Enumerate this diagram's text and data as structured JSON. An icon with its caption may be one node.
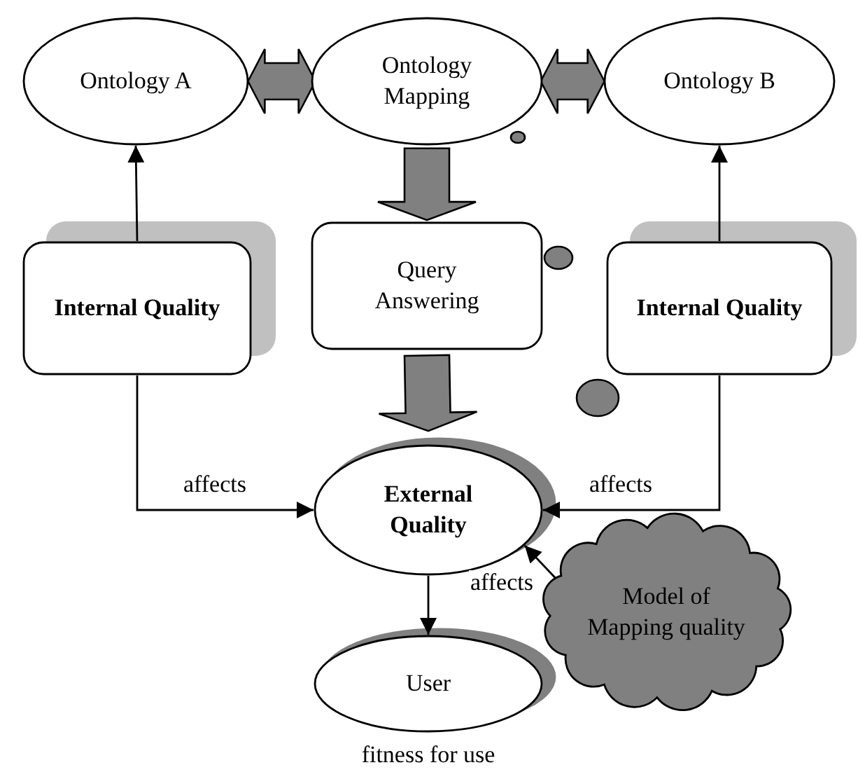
{
  "diagram": {
    "nodes": [
      {
        "text": [
          "Ontology A"
        ]
      },
      {
        "text": [
          "Ontology Mapping"
        ]
      },
      {
        "text": [
          "Ontology B"
        ]
      },
      {
        "text": [
          "Internal Quality"
        ]
      },
      {
        "text": [
          "Query Answering"
        ]
      },
      {
        "text": [
          "Internal Quality"
        ]
      },
      {
        "text": [
          "External Quality"
        ]
      },
      {
        "text": [
          "User"
        ],
        "beside": [
          "fitness for use"
        ]
      },
      {
        "text": [
          "Model of Mapping quality"
        ]
      }
    ],
    "edges": [
      {
        "from": 0,
        "to": 1,
        "arrow": "both",
        "style": "thick",
        "color": "#808080"
      },
      {
        "from": 1,
        "to": 2,
        "arrow": "both",
        "style": "thick",
        "color": "#808080"
      },
      {
        "from": 1,
        "to": 4,
        "arrow": "to",
        "style": "thick",
        "color": "#808080"
      },
      {
        "from": 4,
        "to": 6,
        "arrow": "to",
        "style": "thick",
        "color": "#808080"
      },
      {
        "from": 3,
        "to": 0,
        "arrow": "to"
      },
      {
        "from": 5,
        "to": 2,
        "arrow": "to"
      },
      {
        "from": 3,
        "to": 6,
        "arrow": "to",
        "label": "affects"
      },
      {
        "from": 5,
        "to": 6,
        "arrow": "to",
        "label": "affects"
      },
      {
        "from": 8,
        "to": 6,
        "arrow": "to",
        "label": "affects"
      },
      {
        "from": 6,
        "to": 7,
        "arrow": "to"
      }
    ]
  }
}
